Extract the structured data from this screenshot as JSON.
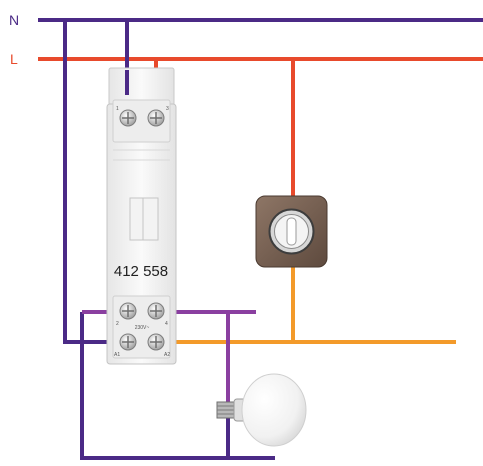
{
  "lines": {
    "neutral": {
      "label": "N",
      "color": "#4b2a86"
    },
    "live": {
      "label": "L",
      "color": "#e84a2c"
    }
  },
  "wires": {
    "switched": "#f39a2a",
    "lamp_feed": "#8a3fa0",
    "neutral": "#4b2a86",
    "live": "#e84a2c"
  },
  "relay": {
    "reference": "412 558",
    "voltage_mark": "230V~",
    "terminals": {
      "top_left": "1",
      "top_right": "3",
      "mid_left": "2",
      "mid_right": "4",
      "bottom_left": "A1",
      "bottom_right": "A2"
    }
  },
  "switch": {
    "icon": "push-button-switch-icon",
    "plate_color": "#7a6152"
  },
  "lamp": {
    "icon": "light-bulb-icon"
  }
}
